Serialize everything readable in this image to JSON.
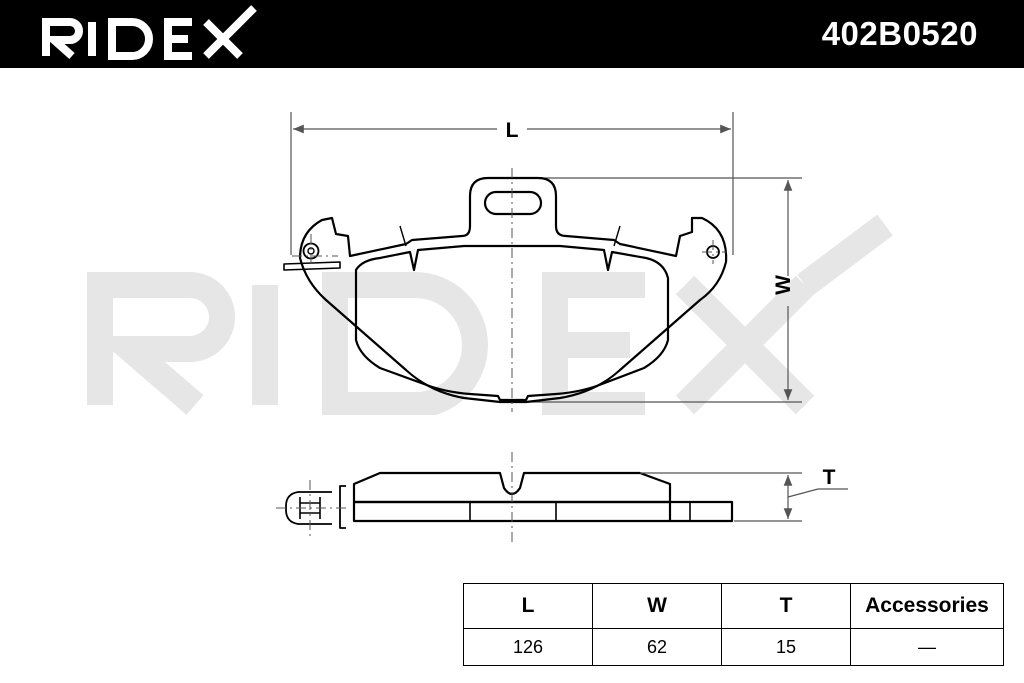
{
  "header": {
    "brand": "RIDEX",
    "part_number": "402B0520",
    "background": "#000000",
    "text_color": "#ffffff"
  },
  "watermark": {
    "text": "RIDEX",
    "color": "#e6e6e6"
  },
  "drawing": {
    "dim_length": "L",
    "dim_width": "W",
    "dim_thickness": "T"
  },
  "spec_table": {
    "headers": [
      "L",
      "W",
      "T",
      "Accessories"
    ],
    "values": [
      "126",
      "62",
      "15",
      "—"
    ]
  }
}
